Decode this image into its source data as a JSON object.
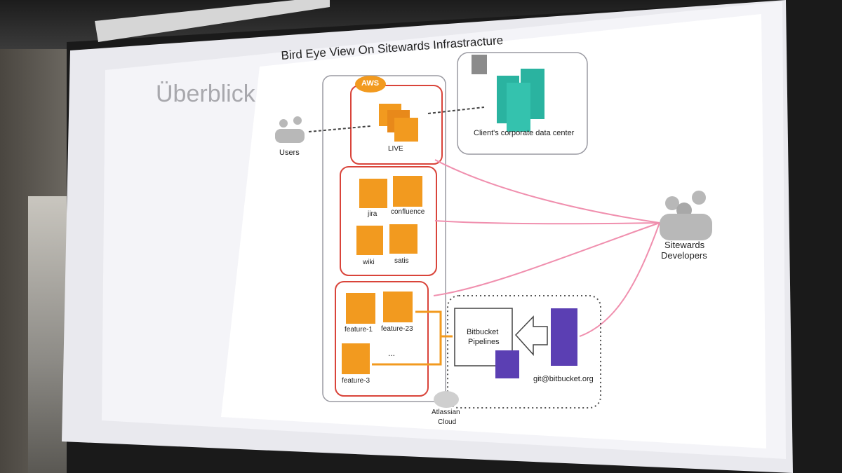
{
  "slide": {
    "title": "Überblick",
    "diagram_title": "Bird Eye View On Sitewards Infrastracture",
    "aws_label": "AWS",
    "users_label": "Users",
    "live_label": "LIVE",
    "datacenter_label": "Client's corporate data center",
    "services": [
      "jira",
      "confluence",
      "wiki",
      "satis"
    ],
    "features": [
      "feature-1",
      "feature-23",
      "feature-3",
      "..."
    ],
    "pipelines_label": [
      "Bitbucket",
      "Pipelines"
    ],
    "git_label": "git@bitbucket.org",
    "developers_label": [
      "Sitewards",
      "Developers"
    ],
    "cloud_label": [
      "Atlassian",
      "Cloud"
    ]
  },
  "colors": {
    "aws_orange": "#f29a1f",
    "red_border": "#d9443a",
    "teal": "#2ab3a0",
    "purple": "#5b3fb3",
    "pink_arrow": "#f08fae",
    "slide_bg": "#f3f2f7"
  }
}
